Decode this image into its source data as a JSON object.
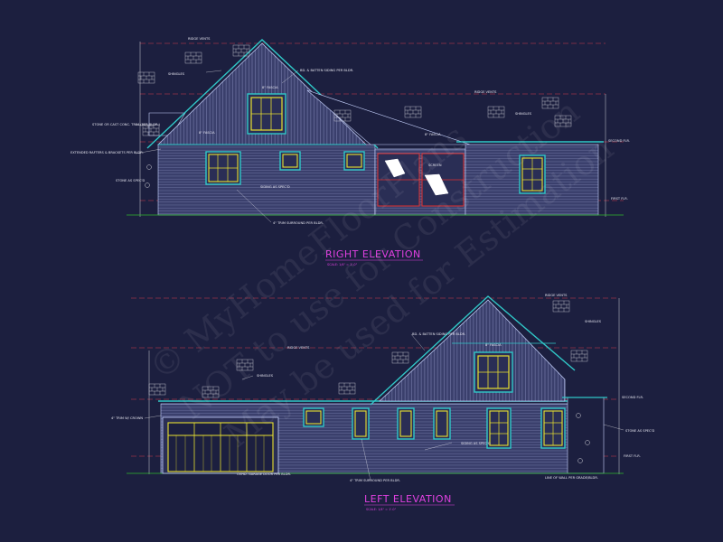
{
  "right_elevation": {
    "title": "RIGHT ELEVATION",
    "scale": "SCALE: 1/4\" = 1'-0\"",
    "notes": {
      "ridge_vents_left": "RIDGE VENTS",
      "ridge_vents_right": "RIDGE VENTS",
      "board_batten": "BD. & BATTEN SIDING PER BLDR.",
      "fascia_top": "8\" FASCIA",
      "shingles_left": "SHINGLES",
      "shingles_right": "SHINGLES",
      "stone_trim": "STONE OR CAST CONC. TRIM (PER BLDR.)",
      "rafters": "EXTENDED RAFTERS & BRACKETS PER BLDR.",
      "stone": "STONE AS SPEC'D",
      "fascia_mid": "8\" FASCIA",
      "siding": "SIDING AS SPEC'D",
      "trim": "4\" TRIM SURROUND PER BLDR.",
      "screen": "SCREEN",
      "fascia_right": "8\" FASCIA",
      "second_flr": "SECOND FLR.",
      "first_flr": "FIRST FLR."
    }
  },
  "left_elevation": {
    "title": "LEFT ELEVATION",
    "scale": "SCALE: 1/4\" = 1'-0\"",
    "notes": {
      "ridge_vents_left": "RIDGE VENTS",
      "ridge_vents_right": "RIDGE VENTS",
      "shingles_left": "SHINGLES",
      "shingles_right": "SHINGLES",
      "board_batten": "BD. & BATTEN SIDING PER BLDR.",
      "fascia_top": "8\" FASCIA",
      "trim_crown": "4\" TRIM W/ CROWN",
      "ovhd_door": "OVHD. GARAGE DOOR PER BLDR.",
      "trim": "4\" TRIM SURROUND PER BLDR.",
      "siding": "SIDING AS SPEC'D",
      "stone": "STONE AS SPEC'D",
      "line_of_wall": "LINE OF WALL PER GRADE/BLDR.",
      "second_flr": "SECOND FLR.",
      "first_flr": "FIRST FLR."
    }
  },
  "watermark": {
    "line1": "© MyHomeFloorPlans",
    "line2": "NOT to use for Construction",
    "line3": "May be used for Estimation"
  },
  "colors": {
    "background": "#1c1f3f",
    "wall": "#4a4f80",
    "roof_line": "#c8d4ff",
    "fascia": "#30c8c8",
    "window": "#e8e030",
    "title": "#e040e0",
    "dash": "#d23a4a",
    "ground": "#2fb82f"
  }
}
